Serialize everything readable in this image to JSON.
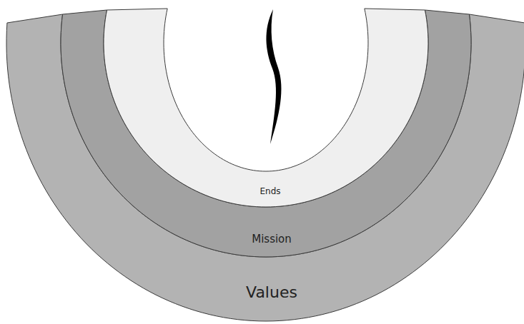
{
  "diagram": {
    "nodes": [
      {
        "text": [
          "Values"
        ]
      },
      {
        "text": [
          "Mission"
        ],
        "in": 0
      },
      {
        "text": [
          "Ends"
        ],
        "in": 1
      }
    ]
  }
}
